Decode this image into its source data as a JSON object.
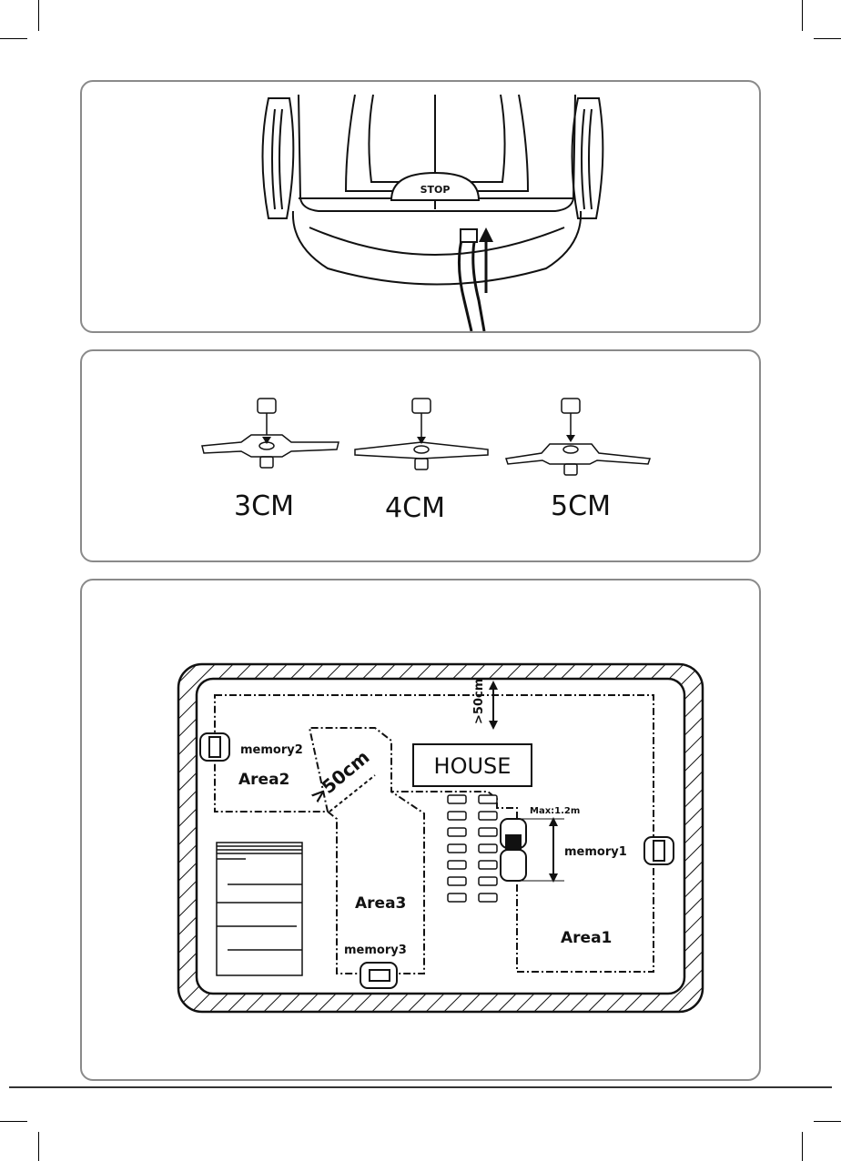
{
  "panel1": {
    "stop_label": "STOP"
  },
  "panel2": {
    "blades": [
      {
        "label": "3CM"
      },
      {
        "label": "4CM"
      },
      {
        "label": "5CM"
      }
    ]
  },
  "panel3": {
    "house_label": "HOUSE",
    "distance_top": ">50cm",
    "distance_diag": ">50cm",
    "max_label": "Max:1.2m",
    "memory1": "memory1",
    "memory2": "memory2",
    "memory3": "memory3",
    "area1": "Area1",
    "area2": "Area2",
    "area3": "Area3"
  }
}
